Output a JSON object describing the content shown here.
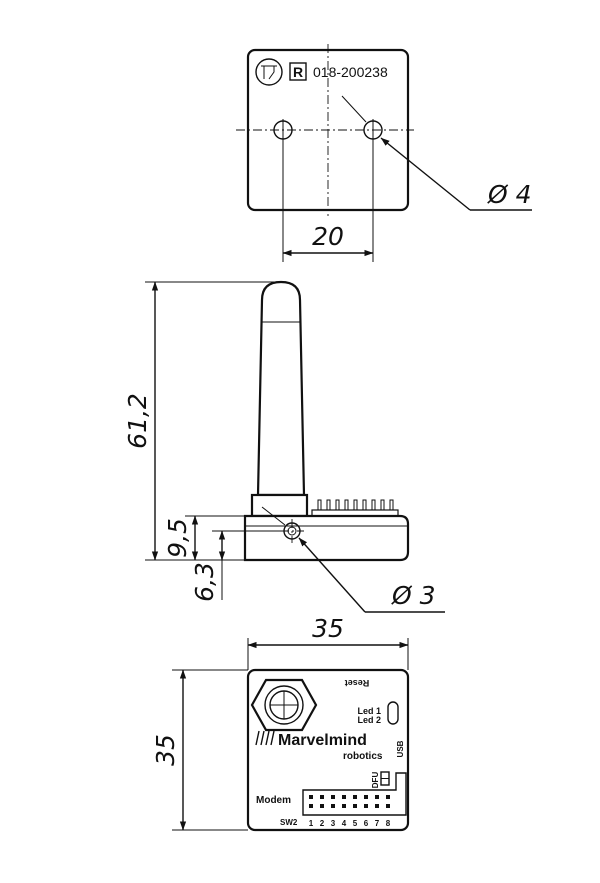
{
  "top_view": {
    "cert_mark": "R",
    "cert_number": "018-200238",
    "hole_diameter": "Ø 4",
    "hole_spacing": "20"
  },
  "side_view": {
    "total_height": "61,2",
    "base_height": "9,5",
    "hole_height": "6,3",
    "hole_diameter": "Ø 3"
  },
  "bottom_view": {
    "width": "35",
    "height": "35",
    "reset_label": "Reset",
    "led1_label": "Led 1",
    "led2_label": "Led 2",
    "usb_label": "USB",
    "brand_name": "Marvelmind",
    "brand_sub": "robotics",
    "dfu_label": "DFU",
    "modem_label": "Modem",
    "sw2_label": "SW2",
    "switch_numbers": [
      "1",
      "2",
      "3",
      "4",
      "5",
      "6",
      "7",
      "8"
    ]
  }
}
